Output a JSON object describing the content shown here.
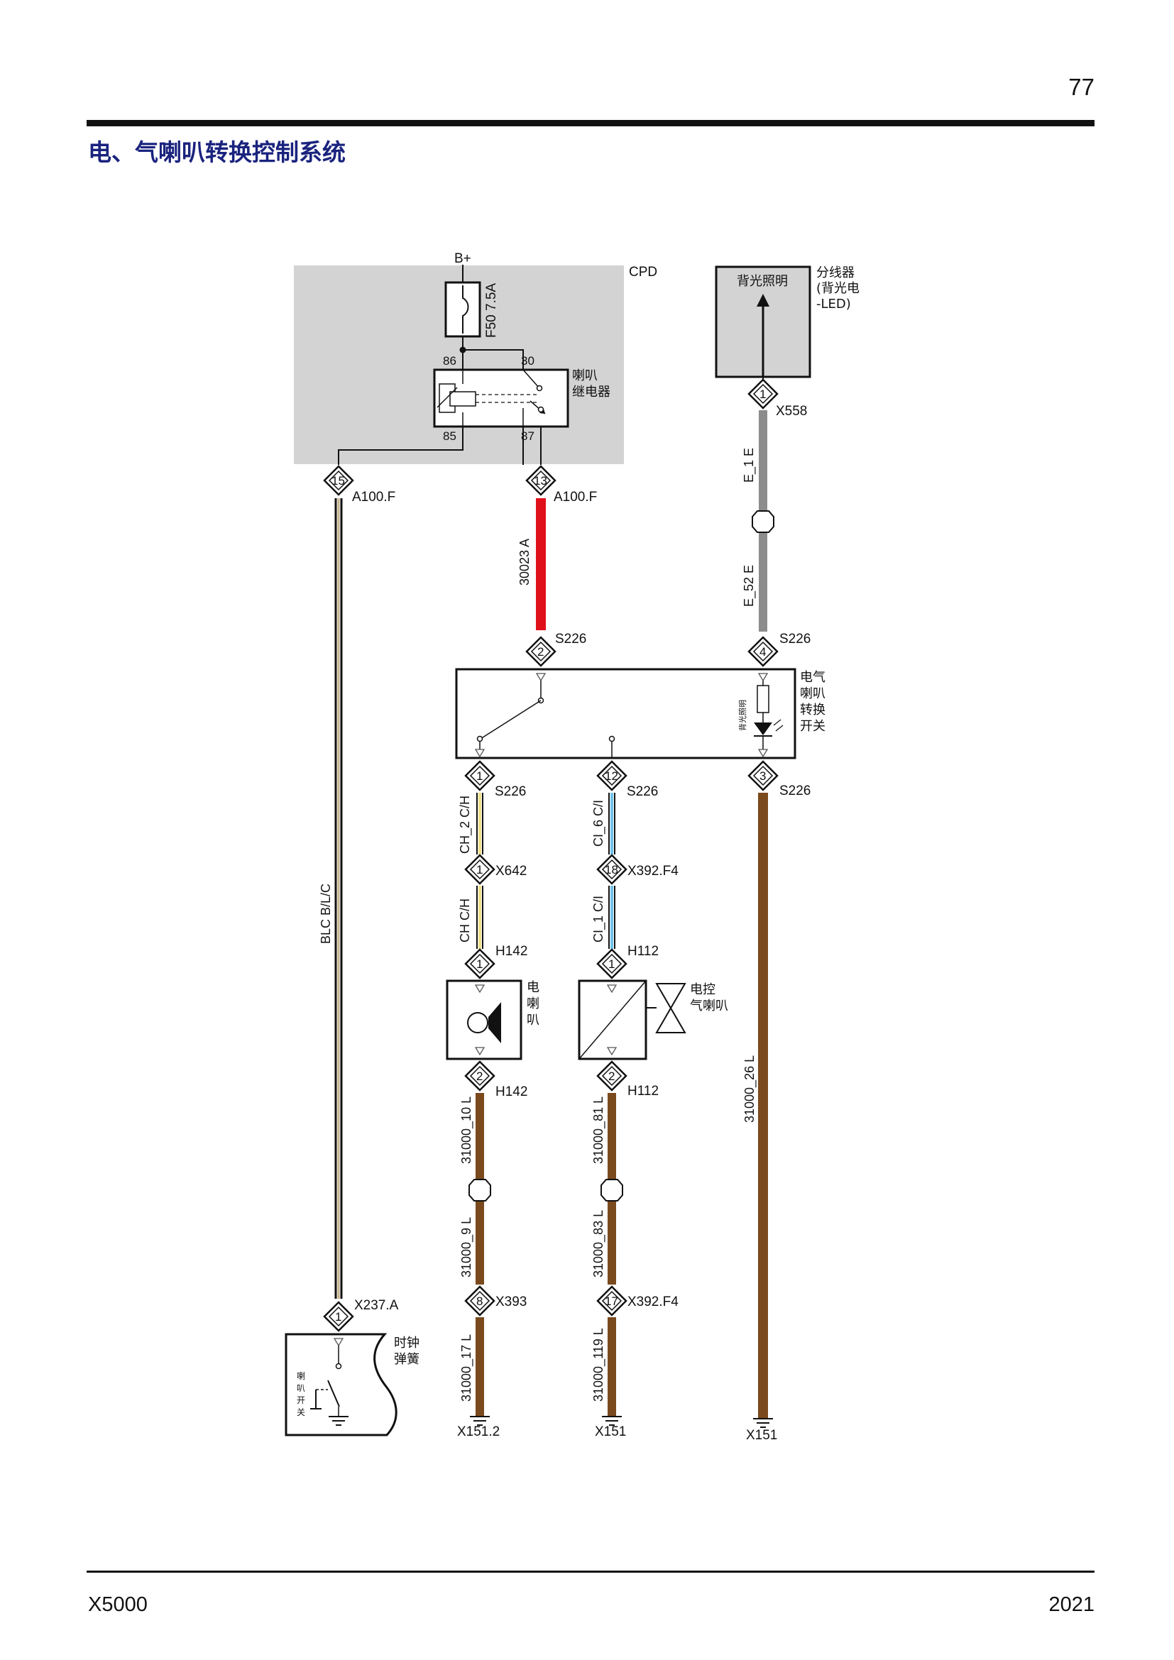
{
  "page": {
    "number": "77",
    "title": "电、气喇叭转换控制系统",
    "footer_left": "X5000",
    "footer_right": "2021"
  },
  "cpd": {
    "label": "CPD",
    "supply": "B+",
    "fuse": "F50  7.5A",
    "relay_name_1": "喇叭",
    "relay_name_2": "继电器",
    "relay_pins": {
      "p86": "86",
      "p30": "30",
      "p85": "85",
      "p87": "87"
    },
    "out_left": {
      "pin": "15",
      "conn": "A100.F"
    },
    "out_right": {
      "pin": "13",
      "conn": "A100.F"
    }
  },
  "splitter": {
    "box_label": "背光照明",
    "name_1": "分线器",
    "name_2": "(背光电",
    "name_3": "-LED)",
    "pin": "1",
    "conn": "X558",
    "wire_top": "E_1  E",
    "wire_bottom": "E_52  E"
  },
  "switch": {
    "name": [
      "电气",
      "喇叭",
      "转换",
      "开关"
    ],
    "backlight_label": "背光照明",
    "in_left": {
      "pin": "2",
      "conn": "S226"
    },
    "in_right": {
      "pin": "4",
      "conn": "S226"
    },
    "out_1": {
      "pin": "1",
      "conn": "S226"
    },
    "out_12": {
      "pin": "12",
      "conn": "S226"
    },
    "out_3": {
      "pin": "3",
      "conn": "S226"
    }
  },
  "wires": {
    "relay_to_switch": "30023  A",
    "clock_spring": "BLC  B/L/C",
    "ch_top": "CH_2  C/H",
    "ch_bottom": "CH  C/H",
    "ci_top": "CI_6  C/I",
    "ci_bottom": "CI_1  C/I",
    "backlight_ground": "31000_26  L",
    "horn_g1": "31000_10  L",
    "horn_g2": "31000_9  L",
    "horn_g3": "31000_17  L",
    "air_g1": "31000_81  L",
    "air_g2": "31000_83  L",
    "air_g3": "31000_119  L"
  },
  "connectors": {
    "x642": {
      "pin": "1",
      "conn": "X642"
    },
    "x392f4_18": {
      "pin": "18",
      "conn": "X392.F4"
    },
    "h142_1": {
      "pin": "1",
      "conn": "H142"
    },
    "h112_1": {
      "pin": "1",
      "conn": "H112"
    },
    "h142_2": {
      "pin": "2",
      "conn": "H142"
    },
    "h112_2": {
      "pin": "2",
      "conn": "H112"
    },
    "x393": {
      "pin": "8",
      "conn": "X393"
    },
    "x392f4_17": {
      "pin": "17",
      "conn": "X392.F4"
    },
    "x237": {
      "pin": "1",
      "conn": "X237.A"
    }
  },
  "components": {
    "electric_horn": [
      "电",
      "喇",
      "叭"
    ],
    "air_horn": [
      "电控",
      "气喇叭"
    ],
    "clock_spring": [
      "时钟",
      "弹簧"
    ],
    "horn_switch": [
      "喇",
      "叭",
      "开",
      "关"
    ]
  },
  "grounds": {
    "g1": "X151.2",
    "g2": "X151",
    "g3": "X151"
  },
  "colors": {
    "red_wire": "#e0101a",
    "brown_wire": "#7a4a1e",
    "gray_wire": "#8c8c8c",
    "cpd_fill": "#d3d3d3",
    "title": "#1a237e"
  }
}
